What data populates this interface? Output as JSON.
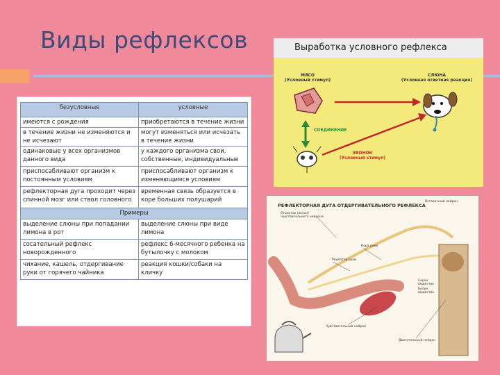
{
  "slide": {
    "title": "Виды рефлексов"
  },
  "table": {
    "headers": [
      "безусловные",
      "условные"
    ],
    "rows": [
      [
        "имеются с рождения",
        "приобретаются в течение жизни"
      ],
      [
        "в течение жизни не изменяются и не исчезают",
        "могут изменяться или исчезать в течение жизни"
      ],
      [
        "одинаковые у всех организмов данного вида",
        "у каждого организма свои, собственные, индивидуальные"
      ],
      [
        "приспосабливают организм к постоянным условиям",
        "приспосабливают организм к изменяющимся условиям"
      ],
      [
        "рефлекторная дуга проходит через спинной мозг или ствол головного",
        "временная связь образуется в коре больших полушарий"
      ]
    ],
    "examples_header": "Примеры",
    "example_rows": [
      [
        "выделение слюны при попадании лимона в рот",
        "выделение слюны при виде лимона"
      ],
      [
        "сосательный рефлекс новорожденного",
        "рефлекс 6-месячного ребенка на бутылочку с молоком"
      ],
      [
        "чихание, кашель, отдергивание руки от горячего чайника",
        "реакция кошки/собаки на кличку"
      ]
    ]
  },
  "reflex_picture": {
    "title": "Выработка условного рефлекса",
    "meat_label": "МЯСО",
    "meat_sub": "(Условный стимул)",
    "saliva_label": "СЛЮНА",
    "saliva_sub": "(Условная ответная реакция)",
    "connection_label": "СОЕДИНЕНИЕ",
    "bell_label": "ЗВОНОК",
    "bell_sub": "(Условный стимул)"
  },
  "arc_picture": {
    "title": "РЕФЛЕКТОРНАЯ ДУГА ОТДЕРГИВАТЕЛЬНОГО РЕФЛЕКСА",
    "labels": [
      "Отросток (аксон) чувствительного нейрона",
      "Рецептор руки",
      "Кора руки",
      "Чувствительный нейрон",
      "Двигательный нейрон",
      "Вставочный нейрон",
      "Серое вещество",
      "Белое вещество"
    ]
  },
  "colors": {
    "background": "#f08a9a",
    "title": "#3b4a7a",
    "accent_square": "#f6a16a",
    "accent_line": "#a9c0d8",
    "table_header": "#b9cbe4",
    "reflex_panel": "#f3ea7b"
  }
}
